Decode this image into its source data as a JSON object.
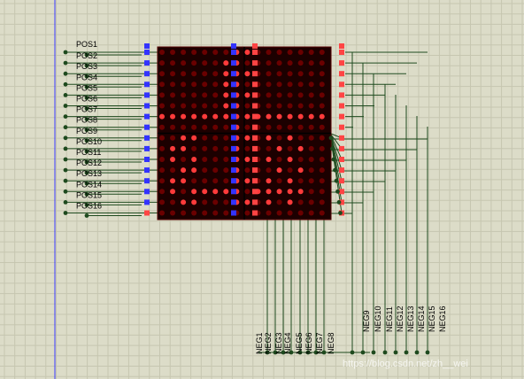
{
  "schematic": {
    "pos_labels": [
      "POS1",
      "POS2",
      "POS3",
      "POS4",
      "POS5",
      "POS6",
      "POS7",
      "POS8",
      "POS9",
      "POS10",
      "POS11",
      "POS12",
      "POS13",
      "POS14",
      "POS15",
      "POS16"
    ],
    "neg_labels": [
      "NEG1",
      "NEG2",
      "NEG3",
      "NEG4",
      "NEG5",
      "NEG6",
      "NEG7",
      "NEG8",
      "NEG9",
      "NEG10",
      "NEG11",
      "NEG12",
      "NEG13",
      "NEG14",
      "NEG15",
      "NEG16"
    ],
    "watermark": "https://blog.csdn.net/zh__wei",
    "colors": {
      "background": "#dcdcc8",
      "grid": "#c6c6b0",
      "wire": "#1e4a1e",
      "matrix_body": "#1c0000",
      "led_on": "#ff3b3b",
      "led_off": "#6a0000",
      "pin_blue": "#3333ff",
      "pin_red": "#ff4444",
      "cursor_line": "#3a3aff"
    }
  }
}
